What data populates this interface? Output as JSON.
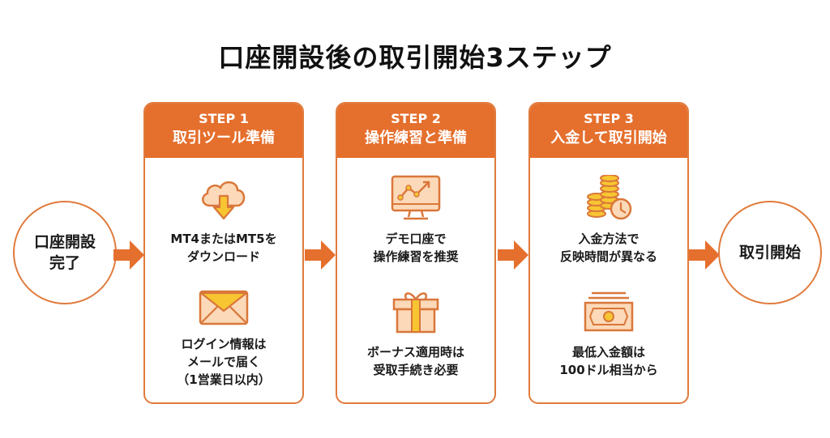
{
  "title": "口座開設後の取引開始3ステップ",
  "start": {
    "line1": "口座開設",
    "line2": "完了"
  },
  "end": {
    "label": "取引開始"
  },
  "colors": {
    "accent": "#e56f2d",
    "border": "#e07b3c",
    "icon_fill": "#fcd9b8",
    "icon_yellow": "#f7c531"
  },
  "steps": [
    {
      "label": "STEP 1",
      "title": "取引ツール準備",
      "items": [
        {
          "icon": "cloud-download-icon",
          "lines": [
            "MT4またはMT5を",
            "ダウンロード"
          ]
        },
        {
          "icon": "envelope-icon",
          "lines": [
            "ログイン情報は",
            "メールで届く",
            "（1営業日以内）"
          ]
        }
      ]
    },
    {
      "label": "STEP 2",
      "title": "操作練習と準備",
      "items": [
        {
          "icon": "monitor-chart-icon",
          "lines": [
            "デモ口座で",
            "操作練習を推奨"
          ]
        },
        {
          "icon": "gift-icon",
          "lines": [
            "ボーナス適用時は",
            "受取手続き必要"
          ]
        }
      ]
    },
    {
      "label": "STEP 3",
      "title": "入金して取引開始",
      "items": [
        {
          "icon": "coins-clock-icon",
          "lines": [
            "入金方法で",
            "反映時間が異なる"
          ]
        },
        {
          "icon": "banknote-icon",
          "lines": [
            "最低入金額は",
            "100ドル相当から"
          ]
        }
      ]
    }
  ]
}
